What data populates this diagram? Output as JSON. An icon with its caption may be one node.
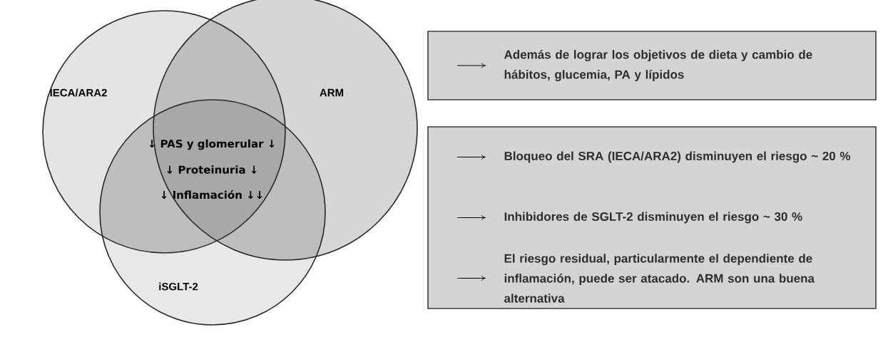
{
  "diagram": {
    "nodes": [
      {
        "text": [
          "IECA/ARA2"
        ]
      },
      {
        "text": [
          "ARM"
        ]
      },
      {
        "text": [
          "iSGLT-2"
        ]
      },
      {
        "text": [
          "Además de lograr los objetivos de dieta y cambio de hábitos, glucemia, PA y lípidos"
        ]
      },
      {
        "text": [
          "Bloqueo del SRA (IECA/ARA2) disminuyen el riesgo ~ 20 %",
          "Inhibidores de SGLT-2 disminuyen el riesgo ~ 30 %",
          "El riesgo residual, particularmente el dependiente de inflamación, puede ser atacado. ARM son una buena alternativa"
        ]
      }
    ],
    "edges": [],
    "labels": [
      "↓ PAS y glomerular ↓",
      "↓ Proteinuria ↓",
      "↓ Inflamación ↓↓"
    ]
  }
}
